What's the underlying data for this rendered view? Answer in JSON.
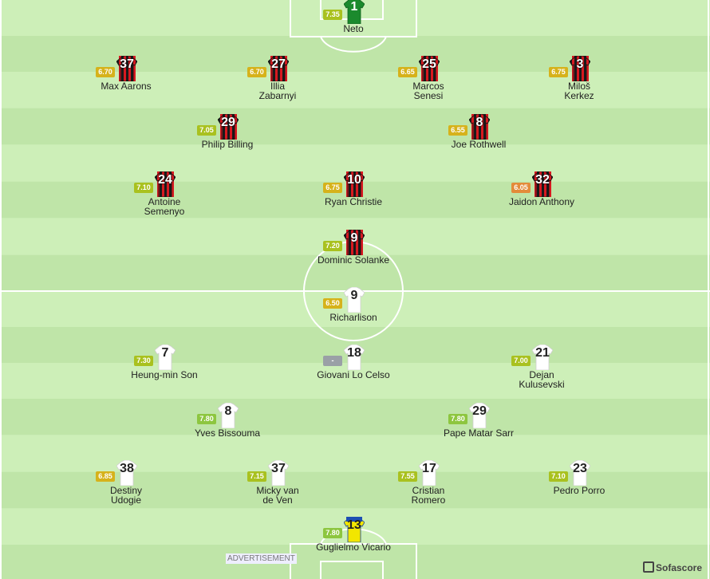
{
  "colors": {
    "pitch_dark": "#bfe5a8",
    "pitch_light": "#cdefb8",
    "lines": "#ffffff",
    "home_kit_red": "#d71920",
    "home_kit_black": "#1a1a1a",
    "away_kit": "#ffffff",
    "home_gk": "#1b8a2d",
    "away_gk": "#f2e600",
    "rating_green": "#8dc63f",
    "rating_darkgreen": "#6aa32d",
    "rating_yellow": "#d6b21b",
    "rating_orange": "#e38b3a",
    "rating_none": "#9aa0a6"
  },
  "home_team": {
    "players": [
      {
        "id": "neto",
        "number": "1",
        "name": "Neto",
        "rating": "7.35",
        "kit": "gk_home",
        "rating_color": "#a9c11f"
      },
      {
        "id": "max-aarons",
        "number": "37",
        "name": "Max Aarons",
        "rating": "6.70",
        "kit": "home",
        "rating_color": "#d6b21b"
      },
      {
        "id": "illia-zabarnyi",
        "number": "27",
        "name": "Illia\nZabarnyi",
        "rating": "6.70",
        "kit": "home",
        "rating_color": "#d6b21b"
      },
      {
        "id": "marcos-senesi",
        "number": "25",
        "name": "Marcos\nSenesi",
        "rating": "6.65",
        "kit": "home",
        "rating_color": "#d6b21b"
      },
      {
        "id": "milos-kerkez",
        "number": "3",
        "name": "Miloš\nKerkez",
        "rating": "6.75",
        "kit": "home",
        "rating_color": "#d6b21b"
      },
      {
        "id": "philip-billing",
        "number": "29",
        "name": "Philip Billing",
        "rating": "7.05",
        "kit": "home",
        "rating_color": "#a9c11f"
      },
      {
        "id": "joe-rothwell",
        "number": "8",
        "name": "Joe Rothwell",
        "rating": "6.55",
        "kit": "home",
        "rating_color": "#d6b21b"
      },
      {
        "id": "antoine-semenyo",
        "number": "24",
        "name": "Antoine\nSemenyo",
        "rating": "7.10",
        "kit": "home",
        "rating_color": "#a9c11f"
      },
      {
        "id": "ryan-christie",
        "number": "10",
        "name": "Ryan Christie",
        "rating": "6.75",
        "kit": "home",
        "rating_color": "#d6b21b"
      },
      {
        "id": "jaidon-anthony",
        "number": "32",
        "name": "Jaidon Anthony",
        "rating": "6.05",
        "kit": "home",
        "rating_color": "#e38b3a"
      },
      {
        "id": "dominic-solanke",
        "number": "9",
        "name": "Dominic Solanke",
        "rating": "7.20",
        "kit": "home",
        "rating_color": "#a9c11f"
      }
    ]
  },
  "away_team": {
    "players": [
      {
        "id": "richarlison",
        "number": "9",
        "name": "Richarlison",
        "rating": "6.50",
        "kit": "away",
        "rating_color": "#d6b21b"
      },
      {
        "id": "heung-min-son",
        "number": "7",
        "name": "Heung-min Son",
        "rating": "7.30",
        "kit": "away",
        "rating_color": "#a9c11f"
      },
      {
        "id": "giovani-lo-celso",
        "number": "18",
        "name": "Giovani Lo Celso",
        "rating": "-",
        "kit": "away",
        "rating_color": "#9aa0a6"
      },
      {
        "id": "dejan-kulusevski",
        "number": "21",
        "name": "Dejan\nKulusevski",
        "rating": "7.00",
        "kit": "away",
        "rating_color": "#a9c11f"
      },
      {
        "id": "yves-bissouma",
        "number": "8",
        "name": "Yves Bissouma",
        "rating": "7.80",
        "kit": "away",
        "rating_color": "#8dc63f"
      },
      {
        "id": "pape-matar-sarr",
        "number": "29",
        "name": "Pape Matar Sarr",
        "rating": "7.80",
        "kit": "away",
        "rating_color": "#8dc63f"
      },
      {
        "id": "destiny-udogie",
        "number": "38",
        "name": "Destiny\nUdogie",
        "rating": "6.85",
        "kit": "away",
        "rating_color": "#d6b21b"
      },
      {
        "id": "micky-van-de-ven",
        "number": "37",
        "name": "Micky van\nde Ven",
        "rating": "7.15",
        "kit": "away",
        "rating_color": "#a9c11f"
      },
      {
        "id": "cristian-romero",
        "number": "17",
        "name": "Cristian\nRomero",
        "rating": "7.55",
        "kit": "away",
        "rating_color": "#a9c11f"
      },
      {
        "id": "pedro-porro",
        "number": "23",
        "name": "Pedro Porro",
        "rating": "7.10",
        "kit": "away",
        "rating_color": "#a9c11f"
      },
      {
        "id": "guglielmo-vicario",
        "number": "13",
        "name": "Guglielmo Vicario",
        "rating": "7.80",
        "kit": "gk_away",
        "rating_color": "#8dc63f"
      }
    ]
  },
  "advertisement_label": "ADVERTISEMENT",
  "brand_label": "Sofascore"
}
